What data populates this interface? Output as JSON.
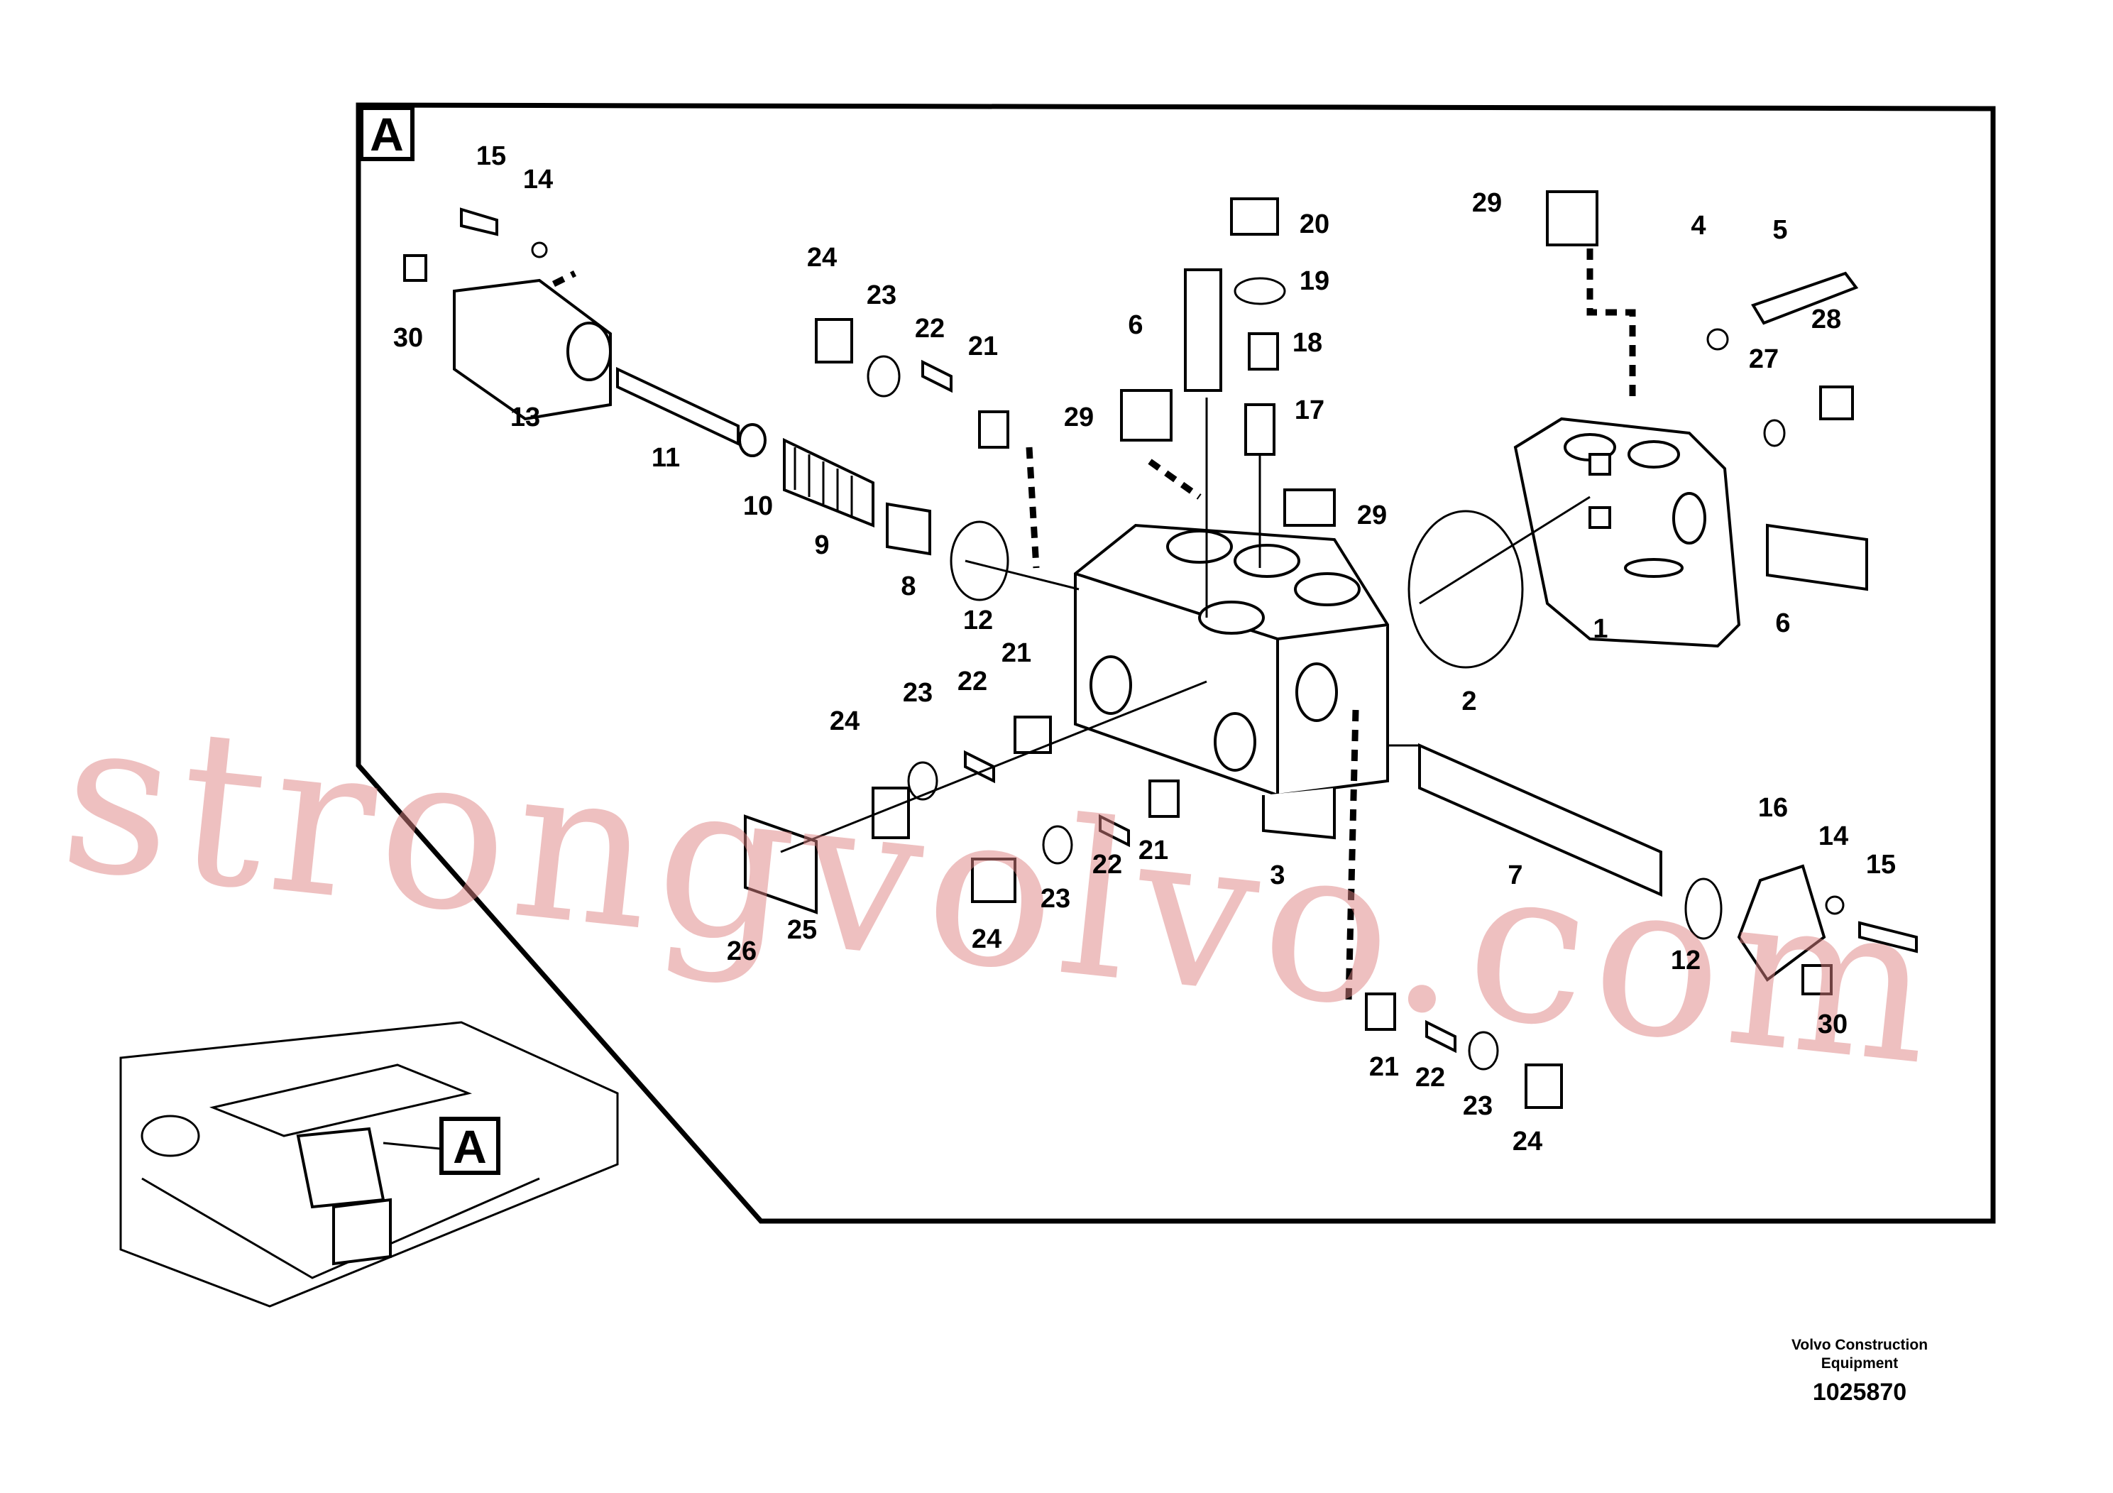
{
  "view_label": "A",
  "inset_label": "A",
  "watermark": "strongvolvo.com",
  "footer": {
    "manufacturer_line1": "Volvo Construction",
    "manufacturer_line2": "Equipment",
    "drawing_number": "1025870"
  },
  "callouts": [
    {
      "n": "15"
    },
    {
      "n": "14"
    },
    {
      "n": "30"
    },
    {
      "n": "13"
    },
    {
      "n": "11"
    },
    {
      "n": "10"
    },
    {
      "n": "9"
    },
    {
      "n": "8"
    },
    {
      "n": "12"
    },
    {
      "n": "24"
    },
    {
      "n": "23"
    },
    {
      "n": "22"
    },
    {
      "n": "21"
    },
    {
      "n": "20"
    },
    {
      "n": "19"
    },
    {
      "n": "18"
    },
    {
      "n": "6"
    },
    {
      "n": "17"
    },
    {
      "n": "29"
    },
    {
      "n": "29"
    },
    {
      "n": "29"
    },
    {
      "n": "4"
    },
    {
      "n": "5"
    },
    {
      "n": "28"
    },
    {
      "n": "27"
    },
    {
      "n": "1"
    },
    {
      "n": "6"
    },
    {
      "n": "2"
    },
    {
      "n": "21"
    },
    {
      "n": "23"
    },
    {
      "n": "22"
    },
    {
      "n": "24"
    },
    {
      "n": "21"
    },
    {
      "n": "22"
    },
    {
      "n": "23"
    },
    {
      "n": "24"
    },
    {
      "n": "26"
    },
    {
      "n": "25"
    },
    {
      "n": "3"
    },
    {
      "n": "7"
    },
    {
      "n": "16"
    },
    {
      "n": "14"
    },
    {
      "n": "15"
    },
    {
      "n": "12"
    },
    {
      "n": "30"
    },
    {
      "n": "21"
    },
    {
      "n": "22"
    },
    {
      "n": "23"
    },
    {
      "n": "24"
    }
  ]
}
